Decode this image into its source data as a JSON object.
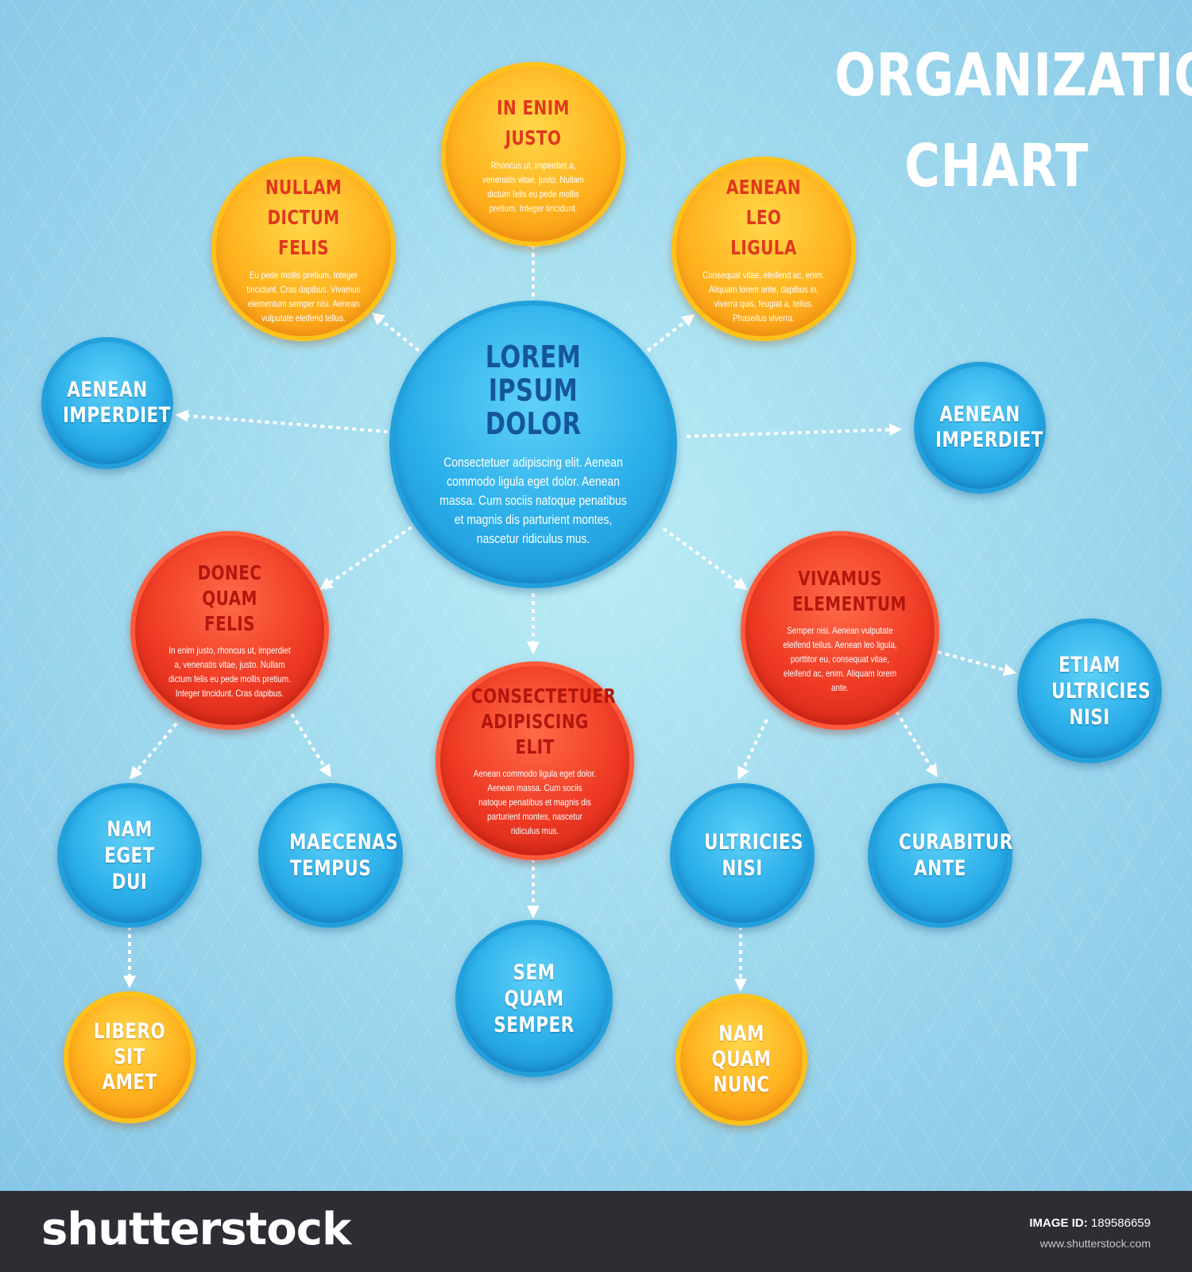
{
  "title": {
    "line1": "ORGANIZATION",
    "line2": "CHART"
  },
  "colors": {
    "blue": "#2aaee9",
    "orange": "#ffb21e",
    "red": "#ef3a24",
    "dark_blue_text": "#15569a",
    "red_text": "#e0371c",
    "footer": "#2c2e34"
  },
  "nodes": {
    "center": {
      "title": "LOREM IPSUM DOLOR",
      "text": "Consectetuer adipiscing elit. Aenean commodo ligula eget dolor. Aenean massa. Cum sociis natoque penatibus et magnis dis parturient montes, nascetur ridiculus mus."
    },
    "top": {
      "title": "IN ENIM JUSTO",
      "text": "Rhoncus ut, imperdiet a, venenatis vitae, justo. Nullam dictum felis eu pede mollis pretium. Integer tincidunt."
    },
    "top_left": {
      "title": "NULLAM DICTUM FELIS",
      "text": "Eu pede mollis pretium. Integer tincidunt. Cras dapibus. Vivamus elementum semper nisi. Aenean vulputate eleifend tellus."
    },
    "top_right": {
      "title": "AENEAN LEO LIGULA",
      "text": "Consequat vitae, eleifend ac, enim. Aliquam lorem ante, dapibus in, viverra quis, feugiat a, tellus. Phasellus viverra."
    },
    "left": {
      "title": "AENEAN IMPERDIET"
    },
    "right": {
      "title": "AENEAN IMPERDIET"
    },
    "mid_left": {
      "title": "DONEC QUAM FELIS",
      "text": "In enim justo, rhoncus ut, imperdiet a, venenatis vitae, justo. Nullam dictum felis eu pede mollis pretium. Integer tincidunt. Cras dapibus."
    },
    "mid_center": {
      "title": "CONSECTETUER ADIPISCING ELIT",
      "text": "Aenean commodo ligula eget dolor. Aenean massa. Cum sociis natoque penatibus et magnis dis parturient montes, nascetur ridiculus mus."
    },
    "mid_right": {
      "title": "VIVAMUS ELEMENTUM",
      "text": "Semper nisi. Aenean vulputate eleifend tellus. Aenean leo ligula, porttitor eu, consequat vitae, eleifend ac, enim. Aliquam lorem ante."
    },
    "far_right": {
      "title": "ETIAM ULTRICIES NISI"
    },
    "nam_eget": {
      "title": "NAM EGET DUI"
    },
    "maecenas": {
      "title": "MAECENAS TEMPUS"
    },
    "ultricies": {
      "title": "ULTRICIES NISI"
    },
    "curabitur": {
      "title": "CURABITUR ANTE"
    },
    "sem_quam": {
      "title": "SEM QUAM SEMPER"
    },
    "libero": {
      "title": "LIBERO SIT AMET"
    },
    "nam_quam": {
      "title": "NAM QUAM NUNC"
    }
  },
  "footer": {
    "logo": "shutterstock",
    "image_id_label": "IMAGE ID:",
    "image_id": "189586659",
    "site": "www.shutterstock.com"
  }
}
